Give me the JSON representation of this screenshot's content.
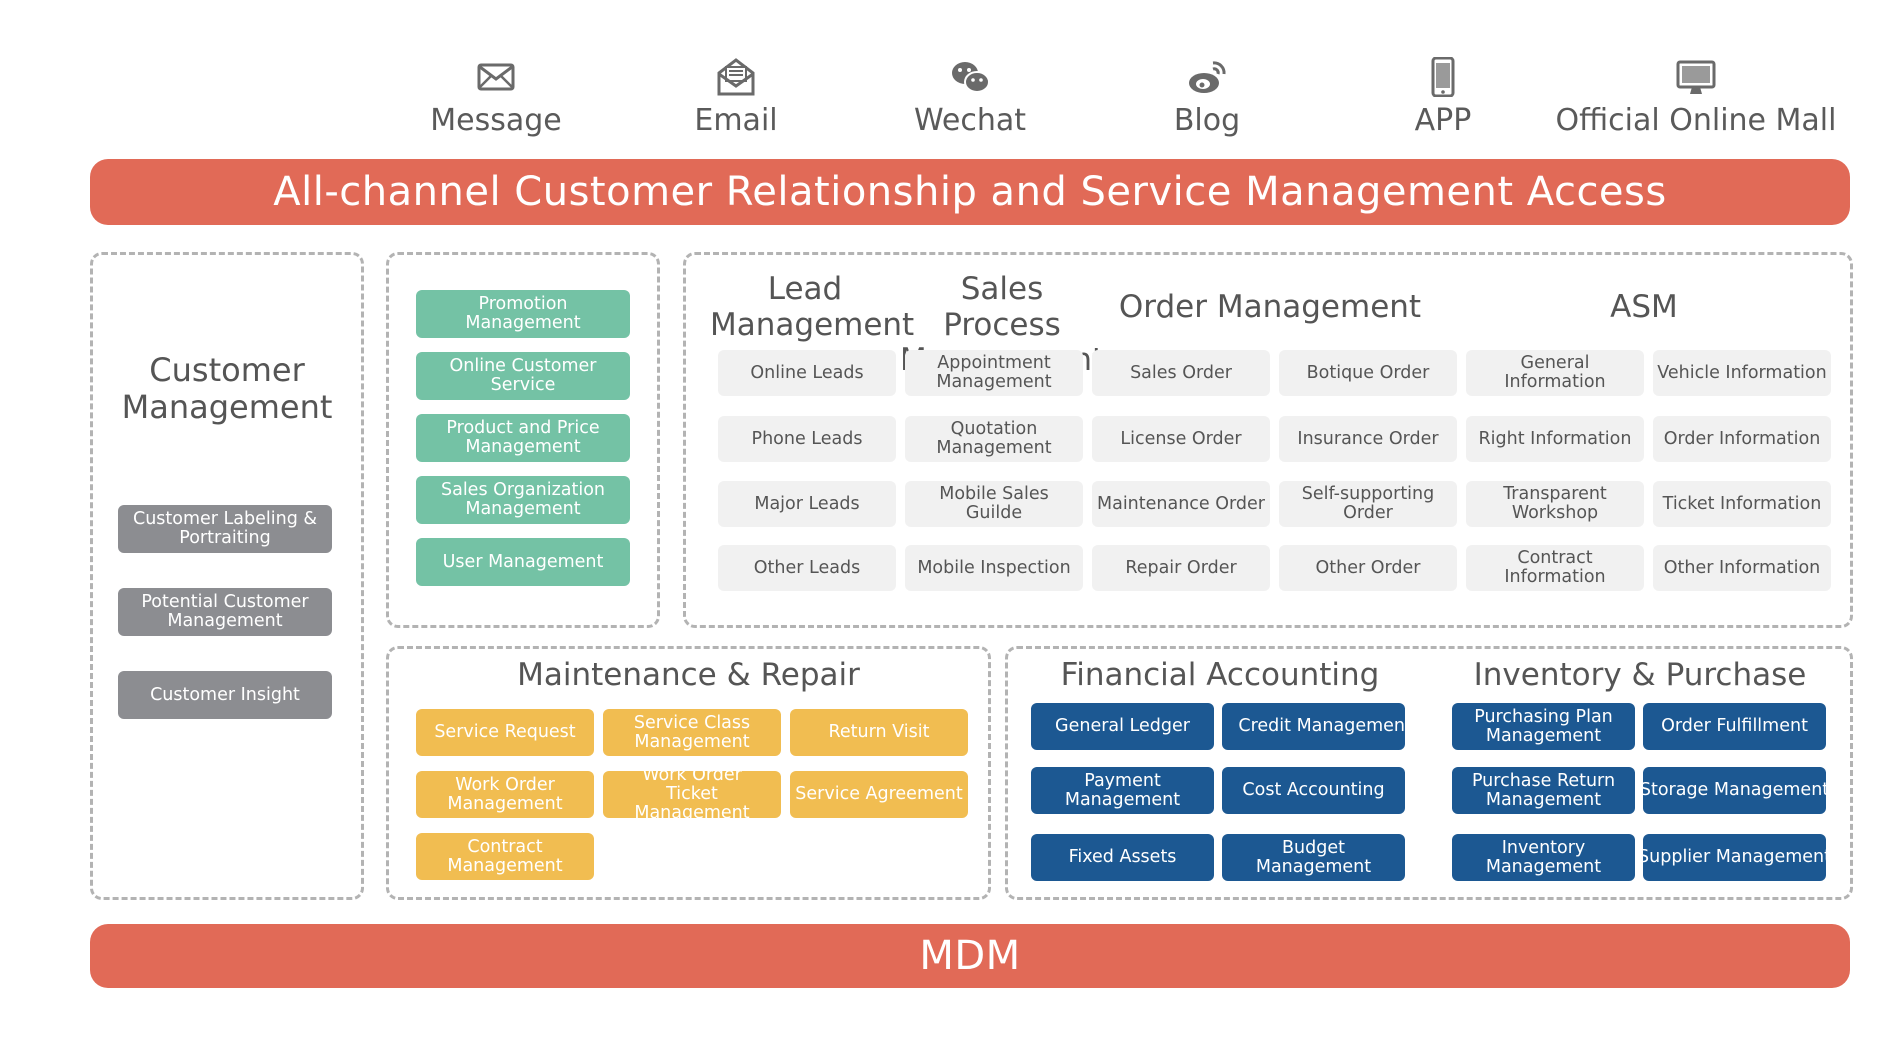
{
  "channels": [
    {
      "label": "Message",
      "icon": "envelope-icon"
    },
    {
      "label": "Email",
      "icon": "open-envelope-icon"
    },
    {
      "label": "Wechat",
      "icon": "wechat-icon"
    },
    {
      "label": "Blog",
      "icon": "weibo-icon"
    },
    {
      "label": "APP",
      "icon": "smartphone-icon"
    },
    {
      "label": "Official Online Mall",
      "icon": "monitor-icon"
    }
  ],
  "top_band": "All-channel Customer Relationship and Service Management Access",
  "bottom_band": "MDM",
  "customer_management": {
    "title": "Customer\nManagement",
    "items": [
      "Customer Labeling &\nPortraiting",
      "Potential Customer\nManagement",
      "Customer Insight"
    ]
  },
  "marketing": {
    "items": [
      "Promotion Management",
      "Online Customer Service",
      "Product and Price\nManagement",
      "Sales Organization\nManagement",
      "User Management"
    ]
  },
  "sales": {
    "titles": {
      "lead": "Lead\nManagement",
      "sales_process": "Sales Process\nManagement",
      "order": "Order Management",
      "asm": "ASM"
    },
    "grid": [
      [
        "Online Leads",
        "Appointment\nManagement",
        "Sales Order",
        "Botique Order",
        "General Information",
        "Vehicle Information"
      ],
      [
        "Phone Leads",
        "Quotation\nManagement",
        "License Order",
        "Insurance Order",
        "Right Information",
        "Order Information"
      ],
      [
        "Major Leads",
        "Mobile Sales\nGuilde",
        "Maintenance Order",
        "Self-supporting\nOrder",
        "Transparent\nWorkshop",
        "Ticket Information"
      ],
      [
        "Other Leads",
        "Mobile  Inspection",
        "Repair Order",
        "Other Order",
        "Contract\nInformation",
        "Other Information"
      ]
    ]
  },
  "maintenance": {
    "title": "Maintenance & Repair",
    "items": [
      "Service Request",
      "Service Class\nManagement",
      "Return Visit",
      "Work Order\nManagement",
      "Work Order\nTicket Management",
      "Service Agreement",
      "Contract\nManagement"
    ]
  },
  "financial": {
    "title": "Financial Accounting",
    "items": [
      "General Ledger",
      "Credit Managemen",
      "Payment\nManagement",
      "Cost Accounting",
      "Fixed Assets",
      "Budget Management"
    ]
  },
  "inventory": {
    "title": "Inventory & Purchase",
    "items": [
      "Purchasing Plan\nManagement",
      "Order Fulfillment",
      "Purchase Return\nManagement",
      "Storage Management",
      "Inventory\nManagement",
      "Supplier Management"
    ]
  },
  "colors": {
    "band": "#e16a57",
    "customer": "#8c8d91",
    "marketing": "#74c2a5",
    "sales": "#f1f1f1",
    "maintenance": "#f1bd51",
    "finance": "#1c5892"
  }
}
